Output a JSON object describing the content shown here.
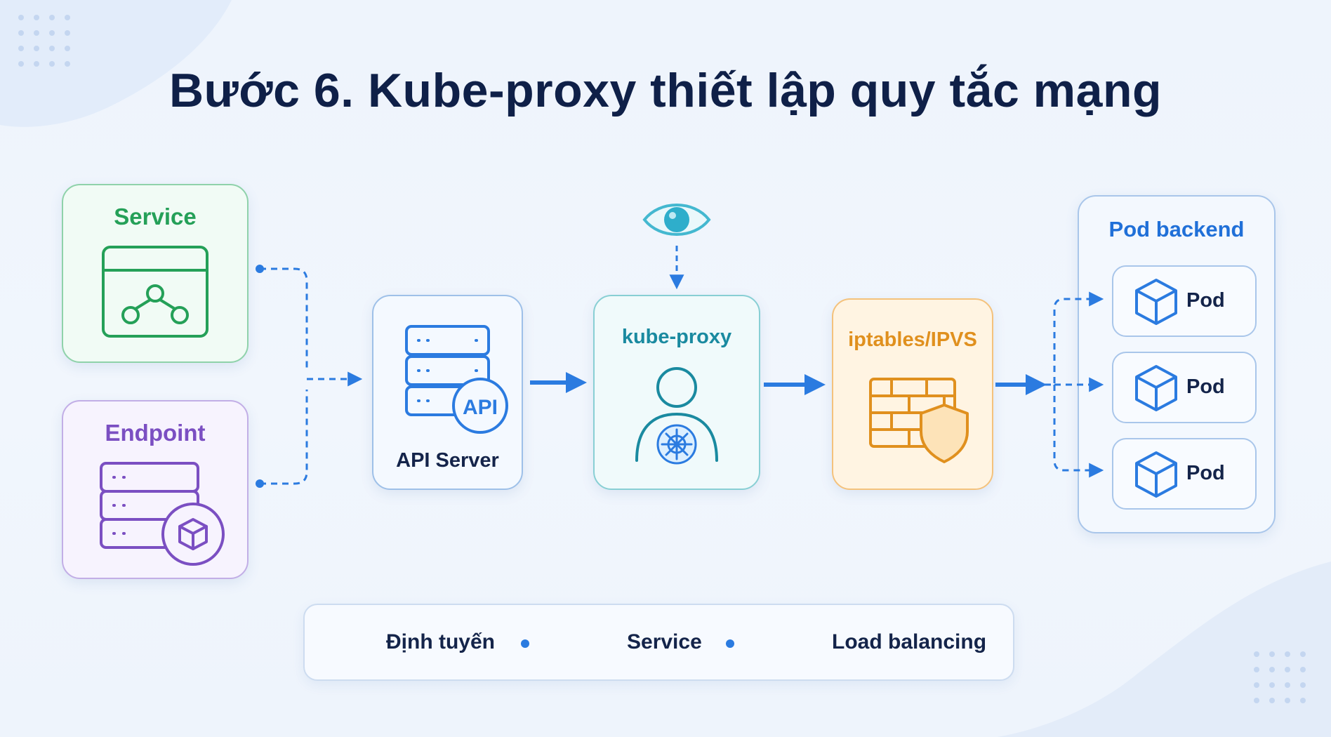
{
  "title": "Bước 6. Kube-proxy thiết lập quy tắc mạng",
  "nodes": {
    "service": "Service",
    "endpoint": "Endpoint",
    "api_server": "API Server",
    "api_badge": "API",
    "kube_proxy": "kube-proxy",
    "iptables": "iptables/IPVS",
    "pod_backend": "Pod backend",
    "pods": [
      "Pod",
      "Pod",
      "Pod"
    ]
  },
  "legend": {
    "items": [
      "Định tuyến",
      "Service",
      "Load balancing"
    ]
  },
  "colors": {
    "title": "#0f2048",
    "service": "#25a058",
    "endpoint": "#7b4fc2",
    "kube_proxy": "#1a8aa0",
    "iptables": "#e0901e",
    "accent": "#2b7be0"
  }
}
